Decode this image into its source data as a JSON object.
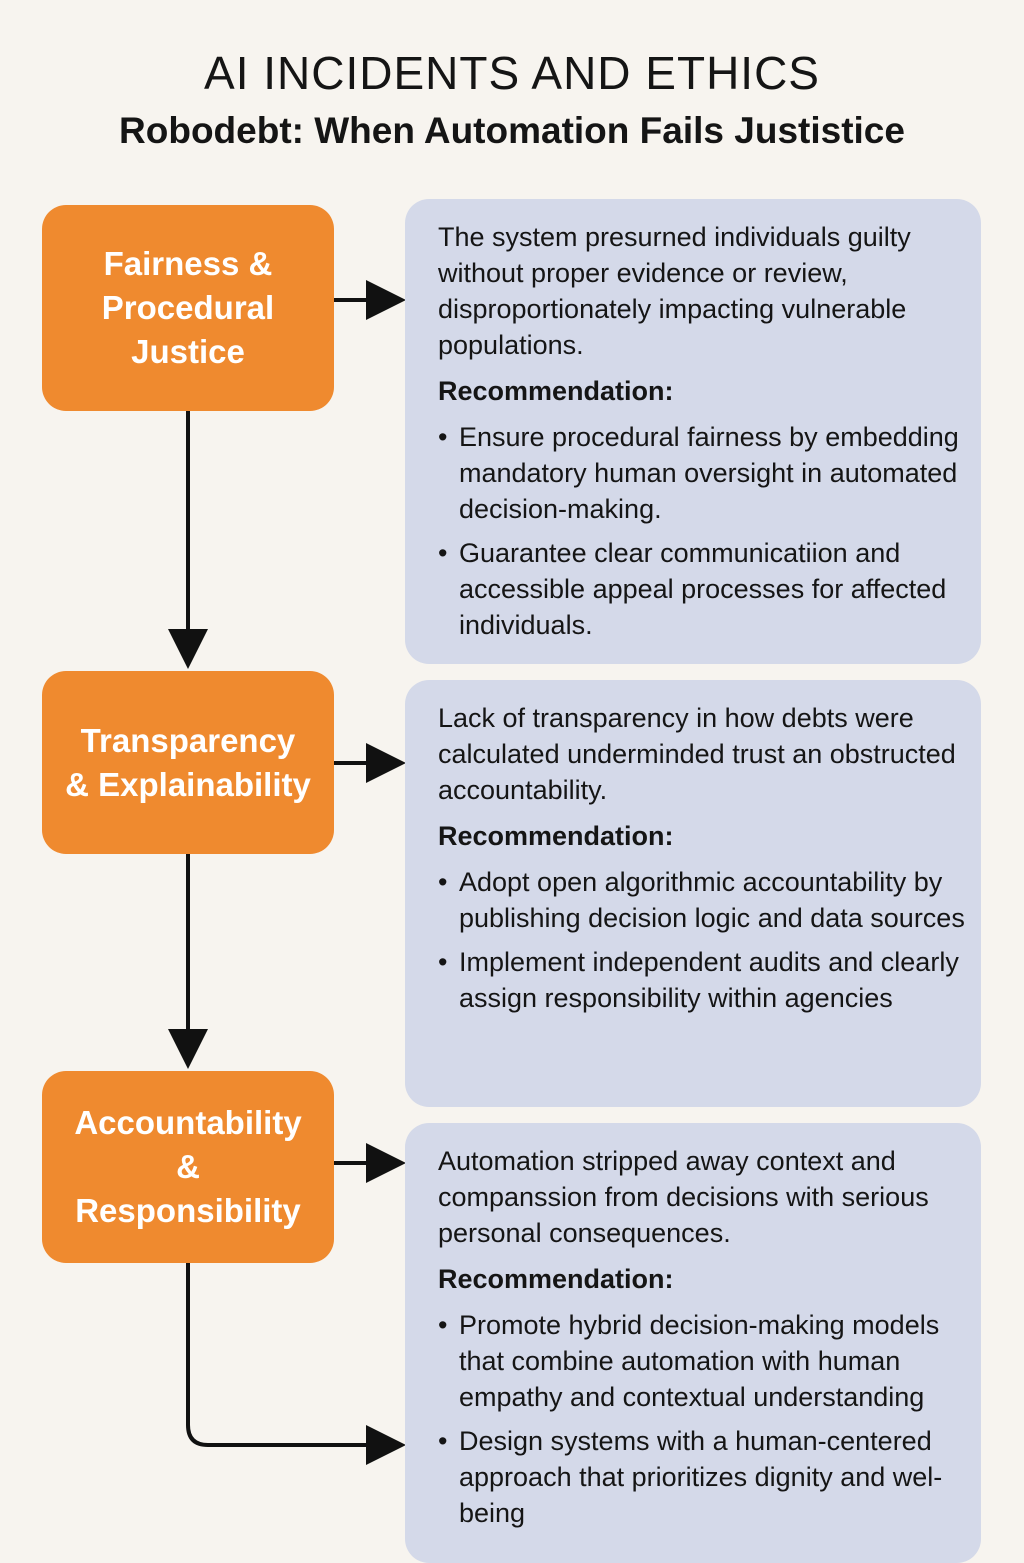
{
  "header": {
    "title": "AI INCIDENTS AND ETHICS",
    "subtitle": "Robodebt: When Automation Fails Justistice"
  },
  "sections": [
    {
      "label": "Fairness &\nProcedural\nJustice",
      "issue": "The system presurned individuals guilty without proper evidence or review, disproportionately impacting vulnerable populations.",
      "recommendation_title": "Recommendation:",
      "bullets": [
        "Ensure procedural fairness by embedding mandatory human oversight in automated decision-making.",
        "Guarantee clear communicatiion and accessible appeal processes for affected individuals."
      ]
    },
    {
      "label": "Transparency\n& Explainability",
      "issue": "Lack of transparency in how debts were calculated underminded trust an obstructed accountability.",
      "recommendation_title": "Recommendation:",
      "bullets": [
        "Adopt open algorithmic accountability by publishing decision logic and data sources",
        "Implement independent audits and clearly assign responsibility within agencies"
      ]
    },
    {
      "label": "Accountability\n&\nResponsibility",
      "issue": "Automation stripped away context and companssion from decisions with serious personal consequences.",
      "recommendation_title": "Recommendation:",
      "bullets": [
        "Promote hybrid decision-making models that combine automation with human empathy and contextual understanding",
        "Design systems with a human-centered approach that prioritizes dignity and wel-being"
      ]
    }
  ],
  "colors": {
    "background": "#f7f4ef",
    "section_box": "#ef8a2f",
    "panel": "#d4d9e9",
    "connector": "#111111"
  }
}
